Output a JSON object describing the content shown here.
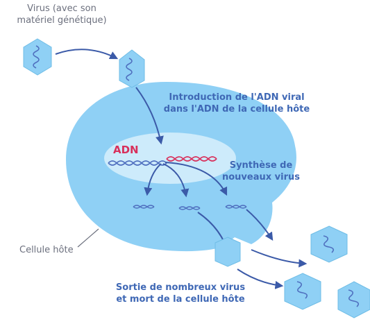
{
  "labels": {
    "virus": [
      "Virus (avec son",
      "matériel génétique)"
    ],
    "introduction": [
      "Introduction de l'ADN viral",
      "dans l'ADN de la cellule hôte"
    ],
    "adn": "ADN",
    "synthese": [
      "Synthèse de",
      "nouveaux virus"
    ],
    "cellule": "Cellule hôte",
    "sortie": [
      "Sortie de nombreux virus",
      "et mort de la cellule hôte"
    ]
  },
  "colors": {
    "cell_fill": "#8fd0f5",
    "nucleus_fill": "#cdebfb",
    "virus_fill": "#8fd0f5",
    "virus_stroke": "#6fbde6",
    "dna_blue": "#4f6fbf",
    "dna_red": "#d8305b",
    "arrow": "#3b5aa8",
    "label_blue": "#3f68b5",
    "label_gray": "#6b6f7d"
  }
}
